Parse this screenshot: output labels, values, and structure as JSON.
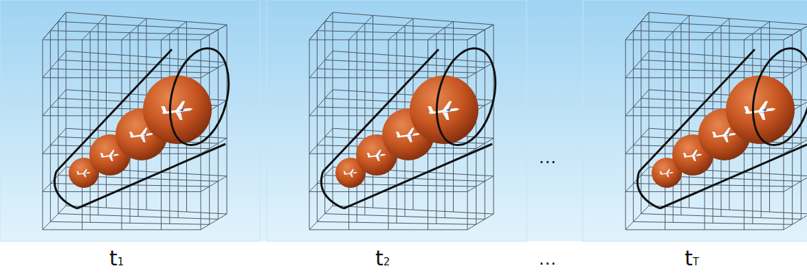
{
  "diagram": {
    "labels": [
      "t1",
      "t2",
      "...",
      "...",
      "tT"
    ]
  }
}
